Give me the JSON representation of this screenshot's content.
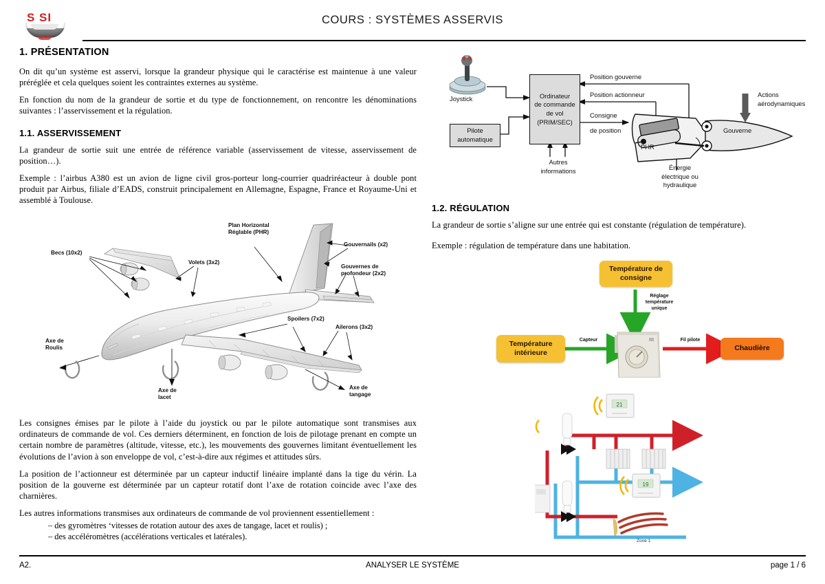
{
  "header": {
    "logo_text": "S SI",
    "title": "COURS : SYSTÈMES ASSERVIS"
  },
  "footer": {
    "left": "A2.",
    "center": "ANALYSER LE SYSTÈME",
    "right": "page 1 / 6"
  },
  "left_column": {
    "section_title": "1. PRÉSENTATION",
    "intro_p1": "On dit qu’un système est asservi, lorsque la grandeur physique qui le caractérise est maintenue à une valeur préréglée et cela quelques soient les contraintes externes au système.",
    "intro_p2": "En fonction du nom de la grandeur de sortie et du type de fonctionnement, on rencontre les dénominations suivantes : l’asservissement et la régulation.",
    "subsection_title": "1.1. ASSERVISSEMENT",
    "asserv_p1": "La grandeur de sortie suit une entrée de référence variable (asservissement de vitesse, asservissement de position…).",
    "asserv_p2": "Exemple : l’airbus A380 est un avion de ligne civil gros-porteur long-courrier quadriréacteur à double pont produit par Airbus, filiale d’EADS, construit principalement en Allemagne, Espagne, France et Royaume-Uni et assemblé à Toulouse.",
    "after_p1": "Les consignes émises par le pilote à l’aide du joystick ou par le pilote automatique sont transmises aux ordinateurs de commande de vol. Ces derniers déterminent, en fonction de lois de pilotage prenant en compte un certain nombre de paramètres (altitude, vitesse, etc.), les mouvements des gouvernes limitant éventuellement les évolutions de l’avion à son enveloppe de vol, c’est-à-dire aux régimes et attitudes sûrs.",
    "after_p2": "La position de l’actionneur est déterminée par un capteur inductif linéaire implanté dans la tige du vérin. La position de la gouverne est déterminée par un capteur rotatif dont l’axe de rotation coincide avec l’axe des charnières.",
    "after_p3": "Les autres informations transmises aux ordinateurs de commande de vol proviennent essentiellement :",
    "bullets": [
      "des gyromètres ‘vitesses de rotation autour des axes de tangage, lacet et roulis) ;",
      "des accéléromètres (accélérations verticales et latérales)."
    ]
  },
  "plane_figure": {
    "labels": [
      {
        "name": "plan-horizontal-reglable",
        "text": "Plan Horizontal\nRéglable (PHR)"
      },
      {
        "name": "gouvernails",
        "text": "Gouvernails (x2)"
      },
      {
        "name": "gouvernes-de-profondeur",
        "text": "Gouvernes de\nprofondeur (2x2)"
      },
      {
        "name": "becs",
        "text": "Becs (10x2)"
      },
      {
        "name": "volets",
        "text": "Volets (3x2)"
      },
      {
        "name": "spoilers",
        "text": "Spoilers (7x2)"
      },
      {
        "name": "ailerons",
        "text": "Ailerons (3x2)"
      },
      {
        "name": "axe-de-roulis",
        "text": "Axe de\nRoulis"
      },
      {
        "name": "axe-de-lacet",
        "text": "Axe de\nlacet"
      },
      {
        "name": "axe-de-tangage",
        "text": "Axe de\ntangage"
      }
    ]
  },
  "fcs_figure": {
    "computer_box": "Ordinateur\nde commande\nde vol\n(PRIM/SEC)",
    "autopilot_box": "Pilote\nautomatique",
    "joystick_label": "Joystick",
    "other_info_label": "Autres\ninformations",
    "position_gouverne": "Position gouverne",
    "position_actionneur": "Position actionneur",
    "consigne": "Consigne",
    "de_position": "de position",
    "phr_label": "PHR",
    "gouverne_label": "Gouverne",
    "actions_aero": "Actions\naérodynamiques",
    "energie": "Énergie\nélectrique ou\nhydraulique"
  },
  "right_column": {
    "subsection_title": "1.2. RÉGULATION",
    "reg_p1": "La grandeur de sortie s’aligne sur une entrée qui est constante (régulation de température).",
    "reg_p2": "Exemple : régulation de température dans une habitation."
  },
  "reg_figure": {
    "box_consigne": "Température de\nconsigne",
    "box_interieure": "Température\nintérieure",
    "box_chaudiere": "Chaudière",
    "label_reglage": "Réglage\ntempérature\nunique",
    "label_capteur": "Capteur",
    "label_fil_pilote": "Fil pilote",
    "colors": {
      "yellow": "#f5c133",
      "orange": "#f47a1e",
      "green_arrow": "#27a527",
      "red_arrow": "#e21d1d"
    }
  },
  "heat_figure": {
    "zone_label": "Zone 1",
    "colors": {
      "hot_pipe": "#cf2029",
      "cold_pipe": "#4eb3e3",
      "floor_heat": "#b23a2a",
      "wifi": "#f2b705"
    }
  }
}
